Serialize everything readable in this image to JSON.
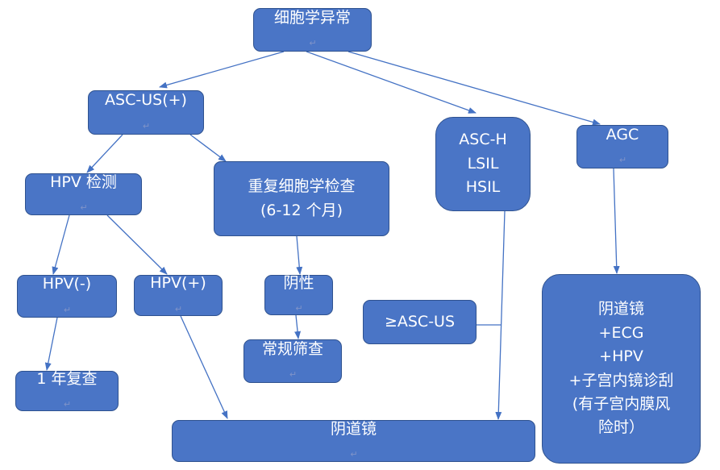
{
  "colors": {
    "node_fill": "#4a75c6",
    "node_border": "#2f528f",
    "node_text": "#ffffff",
    "edge": "#4472c4"
  },
  "nodes": {
    "root": "细胞学异常",
    "asc_us_pos": "ASC-US(+)",
    "hpv_test": "HPV 检测",
    "repeat_cytology": [
      "重复细胞学检查",
      "(6-12 个月)"
    ],
    "high_grade": [
      "ASC-H",
      "LSIL",
      "HSIL"
    ],
    "agc": "AGC",
    "hpv_neg": "HPV(-)",
    "hpv_pos": "HPV(+)",
    "negative": "阴性",
    "routine_screening": "常规筛查",
    "ge_asc_us": "≥ASC-US",
    "one_year_recheck": "1 年复查",
    "colposcopy": "阴道镜",
    "agc_workup": [
      "阴道镜",
      "+ECG",
      "+HPV",
      "+子宫内镜诊刮",
      "(有子宫内膜风",
      "险时）"
    ]
  },
  "paragraph_mark": "↵"
}
